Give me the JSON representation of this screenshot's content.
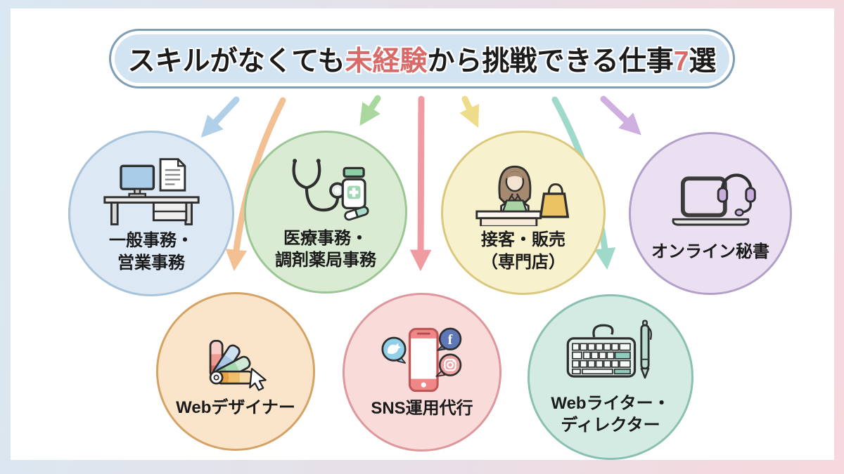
{
  "title": {
    "part1": "スキルがなくても",
    "part2_accent": "未経験",
    "part3": "から挑戦できる仕事",
    "part4_accent": "7",
    "part5": "選",
    "accent_color": "#d96a6a",
    "banner_bg": "#d2e3f1",
    "banner_border_color": "#7f9db5"
  },
  "frame": {
    "gradient_left": "#d9e8f2",
    "gradient_right": "#f6d8dd",
    "inner_bg": "#ffffff"
  },
  "icons": {
    "facebook_letter": "f"
  },
  "jobs": [
    {
      "name": "一般事務・営業事務",
      "label_lines": [
        "一般事務・",
        "営業事務"
      ],
      "icon": "desk-computer-icon",
      "circle_bg": "#dce9f5",
      "circle_border": "#a9c3da",
      "arrow_color": "#afd0e8"
    },
    {
      "name": "医療事務・調剤薬局事務",
      "label_lines": [
        "医療事務・",
        "調剤薬局事務"
      ],
      "icon": "stethoscope-medicine-icon",
      "circle_bg": "#d9ecd3",
      "circle_border": "#9cc695",
      "arrow_color": "#a9d89f"
    },
    {
      "name": "接客・販売（専門店）",
      "label_lines": [
        "接客・販売",
        "（専門店）"
      ],
      "icon": "shop-clerk-icon",
      "circle_bg": "#f8f1cd",
      "circle_border": "#d9c87d",
      "arrow_color": "#eedc8a"
    },
    {
      "name": "オンライン秘書",
      "label_lines": [
        "オンライン秘書"
      ],
      "icon": "laptop-headset-icon",
      "circle_bg": "#eae0f2",
      "circle_border": "#b3a0c9",
      "arrow_color": "#cfafdf"
    },
    {
      "name": "Webデザイナー",
      "label_lines": [
        "Webデザイナー"
      ],
      "icon": "color-swatch-icon",
      "circle_bg": "#fbe5ca",
      "circle_border": "#d4a365",
      "arrow_color": "#f3c093"
    },
    {
      "name": "SNS運用代行",
      "label_lines": [
        "SNS運用代行"
      ],
      "icon": "smartphone-sns-icon",
      "circle_bg": "#f9dcd9",
      "circle_border": "#de979c",
      "arrow_color": "#f09ba1"
    },
    {
      "name": "Webライター・ディレクター",
      "label_lines": [
        "Webライター・",
        "ディレクター"
      ],
      "icon": "keyboard-pen-icon",
      "circle_bg": "#d3ebe3",
      "circle_border": "#8ac0b2",
      "arrow_color": "#9fd9c9"
    }
  ]
}
